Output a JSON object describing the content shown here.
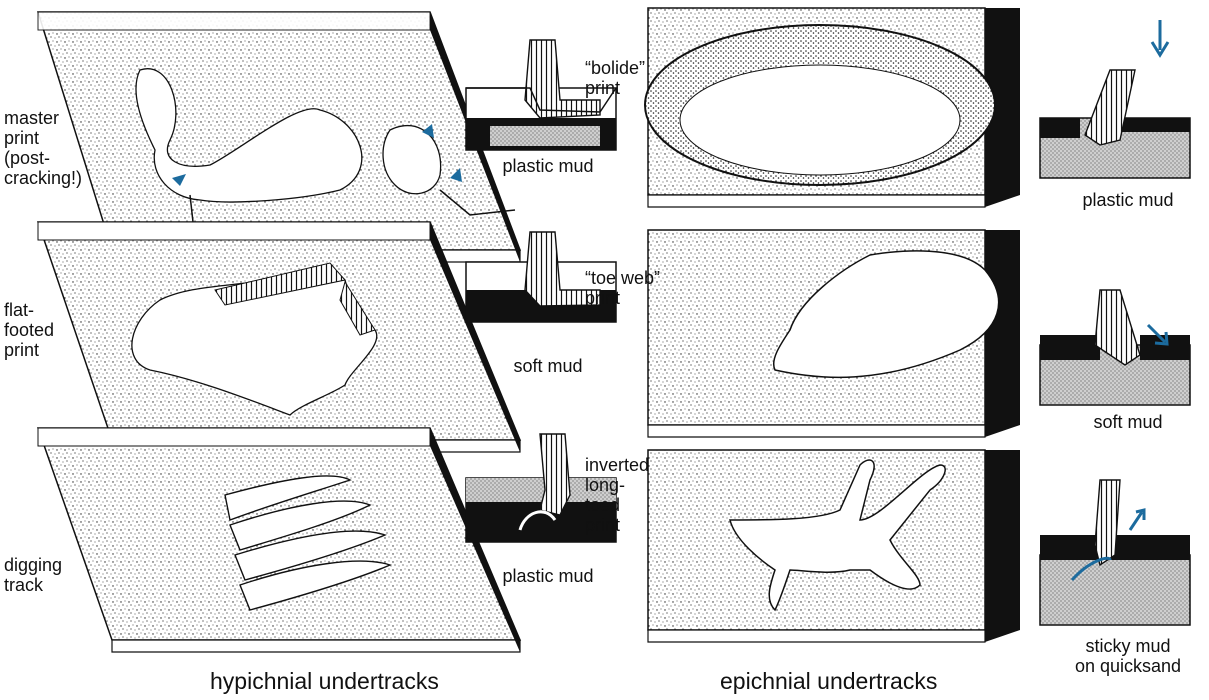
{
  "figure": {
    "left_column": {
      "heading": "hypichnial undertracks",
      "panels": [
        {
          "label": "master\nprint\n(post-\ncracking!)",
          "inset_caption": "plastic mud"
        },
        {
          "label": "flat-\nfooted\nprint",
          "inset_caption": "soft mud"
        },
        {
          "label": "digging\ntrack",
          "inset_caption": "plastic mud"
        }
      ]
    },
    "right_column": {
      "heading": "epichnial undertracks",
      "panels": [
        {
          "label": "“bolide”\nprint",
          "inset_caption": "plastic mud"
        },
        {
          "label": "“toe web”\nprint",
          "inset_caption": "soft mud"
        },
        {
          "label": "inverted\nlong-\ntoed\nprint",
          "inset_caption": "sticky mud\non quicksand"
        }
      ]
    },
    "colors": {
      "ink": "#111111",
      "arrow_blue": "#1c6b9e",
      "stipple_bg": "#ffffff"
    }
  }
}
